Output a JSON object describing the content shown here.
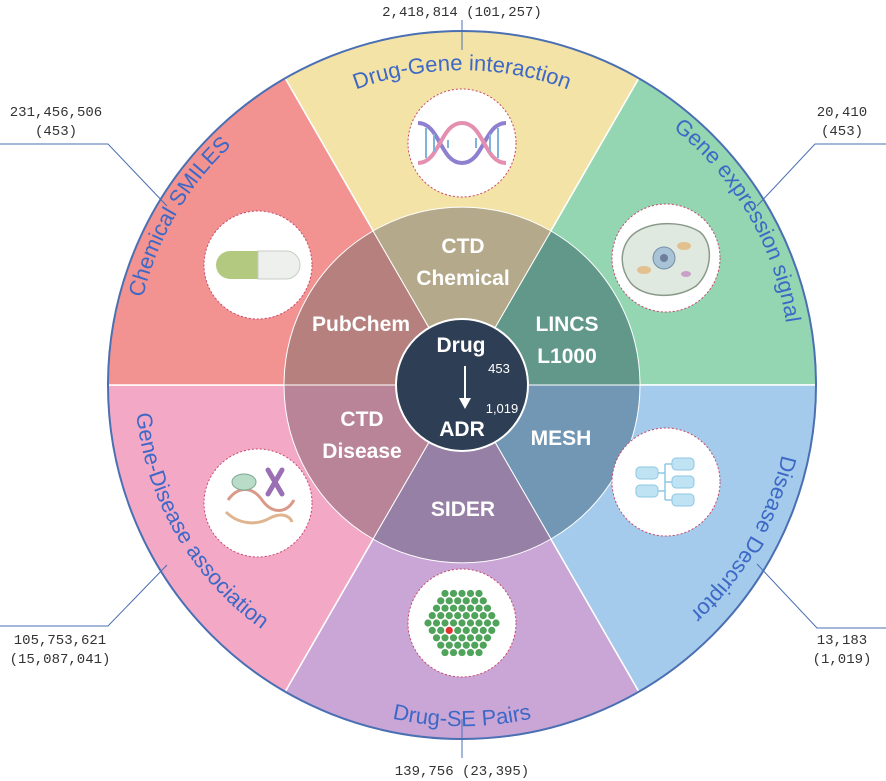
{
  "center": {
    "drug_label": "Drug",
    "drug_count": "453",
    "adr_label": "ADR",
    "adr_count": "1,019",
    "color": "#2e3f55"
  },
  "segments": [
    {
      "id": "drug-gene",
      "outer_label": "Drug-Gene interaction",
      "inner_lines": [
        "CTD",
        "Chemical"
      ],
      "count_lines": [
        "2,418,814 (101,257)"
      ],
      "outer_color": "#f4e3a6",
      "inner_color": "#b5a98b",
      "icon": "dna-helix-icon"
    },
    {
      "id": "gene-expression",
      "outer_label": "Gene expression signal",
      "inner_lines": [
        "LINCS",
        "L1000"
      ],
      "count_lines": [
        "20,410",
        "(453)"
      ],
      "outer_color": "#93d6b1",
      "inner_color": "#61988a",
      "icon": "cell-icon"
    },
    {
      "id": "disease-descriptor",
      "outer_label": "Disease Descriptor",
      "inner_lines": [
        "MESH"
      ],
      "count_lines": [
        "13,183",
        "(1,019)"
      ],
      "outer_color": "#a4cbeb",
      "inner_color": "#7197b5",
      "icon": "hierarchy-tree-icon"
    },
    {
      "id": "drug-se",
      "outer_label": "Drug-SE Pairs",
      "inner_lines": [
        "SIDER"
      ],
      "count_lines": [
        "139,756 (23,395)"
      ],
      "outer_color": "#c9a6d6",
      "inner_color": "#9780a6",
      "icon": "dot-grid-icon"
    },
    {
      "id": "gene-disease",
      "outer_label": "Gene-Disease association",
      "inner_lines": [
        "CTD",
        "Disease"
      ],
      "count_lines": [
        "105,753,621",
        "(15,087,041)"
      ],
      "outer_color": "#f3a9c6",
      "inner_color": "#b98497",
      "icon": "chromosome-icon"
    },
    {
      "id": "chemical-smiles",
      "outer_label": "Chemical SMILES",
      "inner_lines": [
        "PubChem"
      ],
      "count_lines": [
        "231,456,506",
        "(453)"
      ],
      "outer_color": "#f29391",
      "inner_color": "#b5807e",
      "icon": "capsule-icon"
    }
  ],
  "colors": {
    "ring_border": "#4a6fb3",
    "outer_text": "#3d68c6",
    "leader_line": "#4a6fb3"
  }
}
